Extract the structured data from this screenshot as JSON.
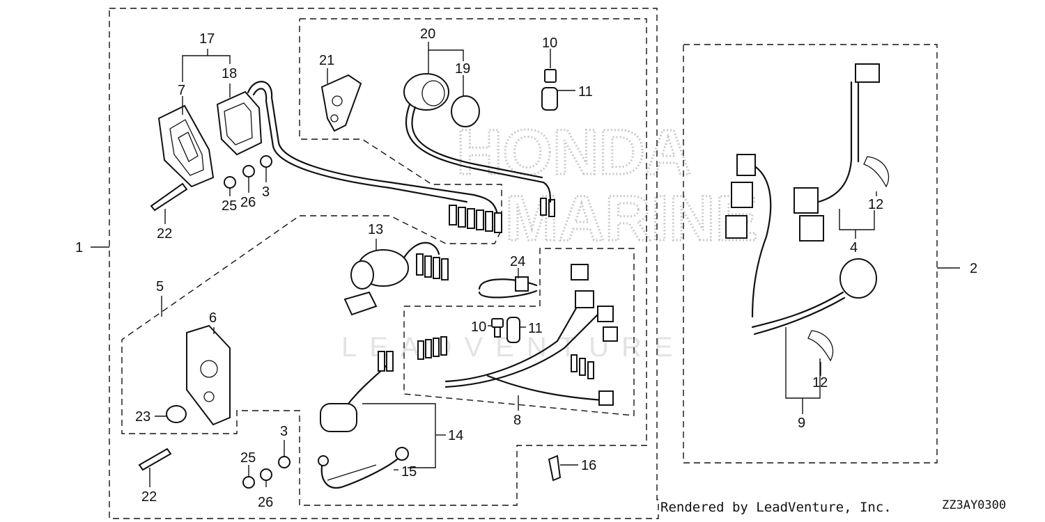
{
  "watermark": {
    "brand_line1": "HONDA",
    "brand_line2": "MARINE",
    "store_text": "LEADVENTURE"
  },
  "callouts": {
    "c1": "1",
    "c2": "2",
    "c3a": "3",
    "c3b": "3",
    "c4": "4",
    "c5": "5",
    "c6": "6",
    "c7": "7",
    "c8": "8",
    "c9": "9",
    "c10a": "10",
    "c10b": "10",
    "c11a": "11",
    "c11b": "11",
    "c12a": "12",
    "c12b": "12",
    "c13": "13",
    "c14": "14",
    "c15": "15",
    "c16": "16",
    "c17": "17",
    "c18": "18",
    "c19": "19",
    "c20": "20",
    "c21": "21",
    "c22a": "22",
    "c22b": "22",
    "c23": "23",
    "c24": "24",
    "c25a": "25",
    "c25b": "25",
    "c26a": "26",
    "c26b": "26"
  },
  "footer": {
    "credit": "Rendered by LeadVenture, Inc.",
    "code": "ZZ3AY0300"
  }
}
